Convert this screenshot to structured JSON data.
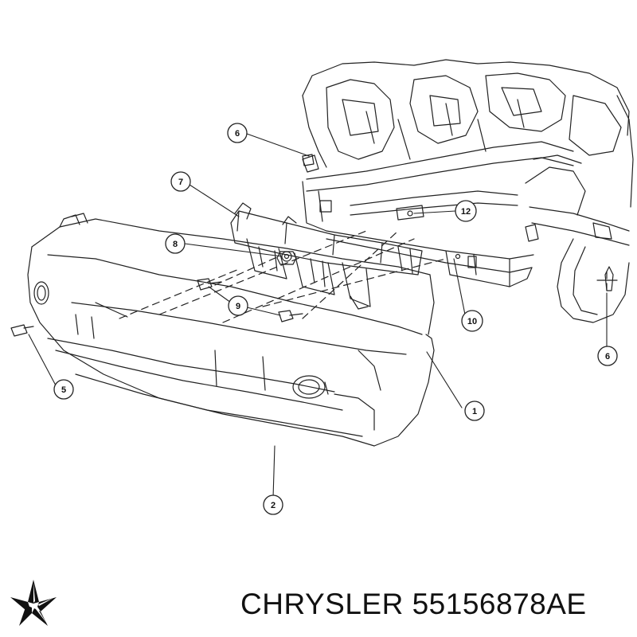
{
  "diagram": {
    "callouts": [
      "6",
      "7",
      "8",
      "12",
      "9",
      "10",
      "5",
      "1",
      "2",
      "6"
    ]
  },
  "footer": {
    "brand": "CHRYSLER",
    "part_number": "55156878AE",
    "logo_icon": "chrysler-pentastar-icon"
  }
}
